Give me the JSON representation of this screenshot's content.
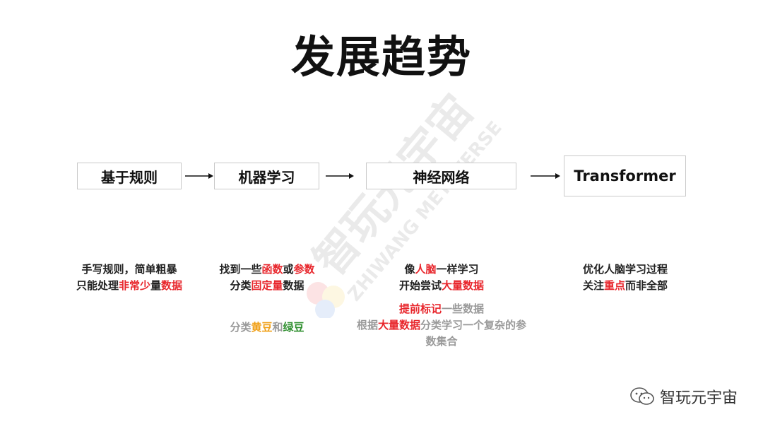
{
  "title": "发展趋势",
  "stages": [
    {
      "label": "基于规则"
    },
    {
      "label": "机器学习"
    },
    {
      "label": "神经网络"
    },
    {
      "label": "Transformer"
    }
  ],
  "descriptions": {
    "rules": {
      "line1": "手写规则，简单粗暴",
      "line2": {
        "a": "只能处理",
        "b": "非常少",
        "c": "量",
        "d": "数据"
      }
    },
    "ml": {
      "line1": {
        "a": "找到一些",
        "b": "函数",
        "c": "或",
        "d": "参数"
      },
      "line2": {
        "a": "分类",
        "b": "固定量",
        "c": "数据"
      },
      "example": {
        "a": "分类",
        "b": "黄豆",
        "c": "和",
        "d": "绿豆"
      }
    },
    "nn": {
      "line1": {
        "a": "像",
        "b": "人脑",
        "c": "一样学习"
      },
      "line2": {
        "a": "开始尝试",
        "b": "大量数据"
      },
      "example1": {
        "a": "提前标记",
        "b": "一些数据"
      },
      "example2": {
        "a": "根据",
        "b": "大量数据",
        "c": "分类学习一个复杂的参"
      },
      "example3": "数集合"
    },
    "transformer": {
      "line1": "优化人脑学习过程",
      "line2": {
        "a": "关注",
        "b": "重点",
        "c": "而非全部"
      }
    }
  },
  "watermark": {
    "cn": "智玩元宇宙",
    "en": "ZHIWANG METAVERSE"
  },
  "footer": {
    "label": "智玩元宇宙",
    "icon": "wechat-icon"
  },
  "colors": {
    "red": "#e8262c",
    "orange": "#f0a018",
    "green": "#2f8f2f",
    "grey": "#9a9a9a"
  }
}
